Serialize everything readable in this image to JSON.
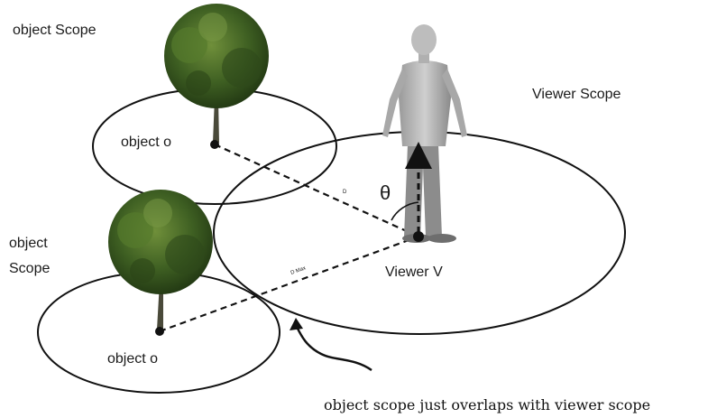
{
  "labels": {
    "object_scope_top": "object Scope",
    "object_scope_left_line1": "object",
    "object_scope_left_line2": "Scope",
    "object_o_top": "object o",
    "object_o_bottom": "object o",
    "viewer_scope": "Viewer Scope",
    "viewer_v": "Viewer V",
    "theta": "θ",
    "distance_d": "D",
    "distance_dmax": "D Max",
    "caption": "object scope just overlaps with viewer scope"
  },
  "icons": [
    "tree-icon",
    "person-figure",
    "curved-arrow-icon",
    "direction-arrow-icon"
  ]
}
